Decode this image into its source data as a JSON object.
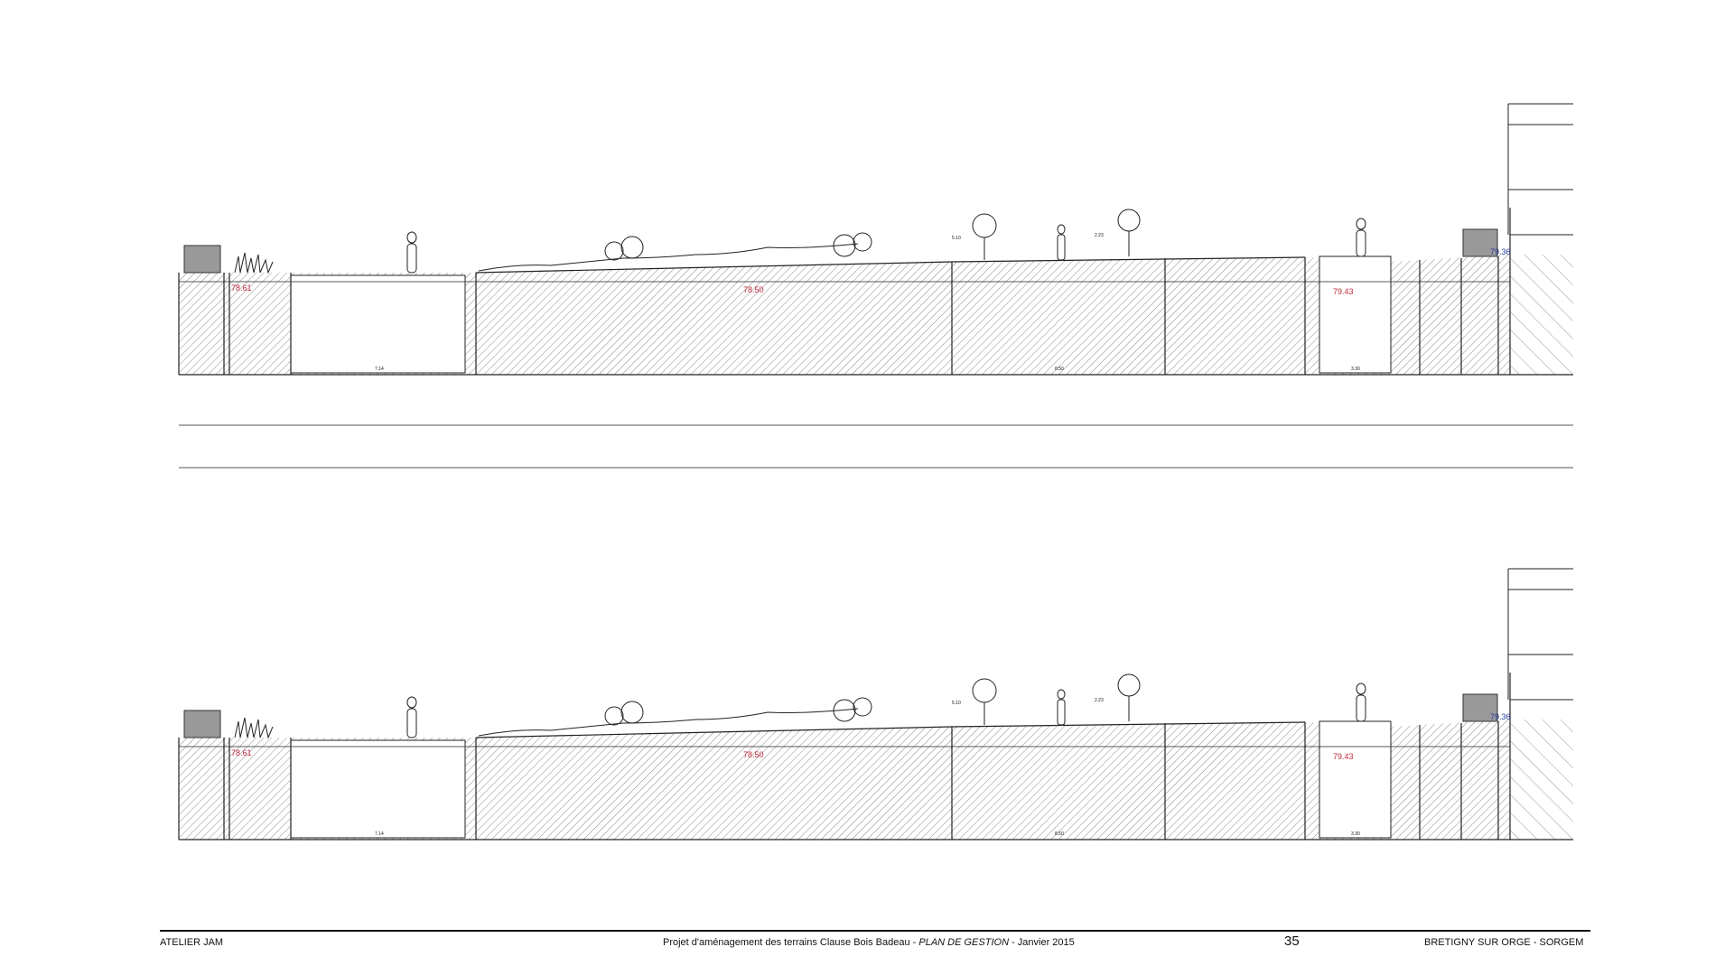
{
  "footer": {
    "left": "ATELIER JAM",
    "center_prefix": "Projet d'aménagement des terrains Clause Bois Badeau - ",
    "center_italic": "PLAN DE GESTION",
    "center_suffix": " - Janvier 2015",
    "page_number": "35",
    "right": "BRETIGNY SUR ORGE - SORGEM"
  },
  "sections": [
    {
      "elevations": [
        "78.61",
        "78.50",
        "79.43"
      ],
      "building_level": "79.36",
      "dimensions": [
        "7.14",
        "8.50",
        "3.30"
      ],
      "tree_heights": [
        "5.10",
        "2.23"
      ]
    },
    {
      "elevations": [
        "78.61",
        "78.50",
        "79.43"
      ],
      "building_level": "79.36",
      "dimensions": [
        "7.14",
        "8.50",
        "3.30"
      ],
      "tree_heights": [
        "5.10",
        "2.23"
      ]
    }
  ],
  "colors": {
    "elevation": "#c0283a",
    "level_marker": "#2a3a9a",
    "hatch": "#8a8a8a"
  }
}
